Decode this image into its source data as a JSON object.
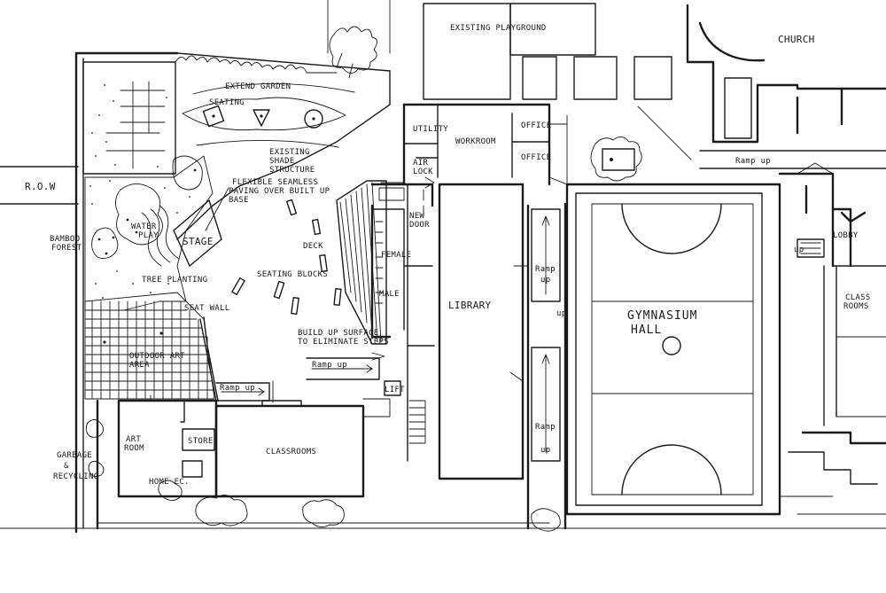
{
  "labels": {
    "existing_playground": "EXISTING PLAYGROUND",
    "church": "CHURCH",
    "extend_garden": "EXTEND GARDEN",
    "seating": "SEATING",
    "existing_shade_structure_1": "EXISTING",
    "existing_shade_structure_2": "SHADE",
    "existing_shade_structure_3": "STRUCTURE",
    "flexible_paving_1": "FLEXIBLE SEAMLESS",
    "flexible_paving_2": "PAVING OVER BUILT UP",
    "flexible_paving_3": "BASE",
    "row": "R.O.W",
    "bamboo_forest_1": "BAMBOO",
    "bamboo_forest_2": "FOREST",
    "water_play_1": "WATER",
    "water_play_2": "PLAY",
    "stage": "STAGE",
    "tree_planting": "TREE PLANTING",
    "seating_blocks": "SEATING BLOCKS",
    "deck": "DECK",
    "seat_wall": "SEAT WALL",
    "outdoor_art_area_1": "OUTDOOR ART",
    "outdoor_art_area_2": "AREA",
    "build_up_surface_1": "BUILD UP SURFACE",
    "build_up_surface_2": "TO ELIMINATE STEPS",
    "ramp_up_1": "Ramp up",
    "ramp_up_2": "Ramp up",
    "ramp_up_3": "Ramp up",
    "ramp_right": "Ramp",
    "ramp_right_lower": "Ramp",
    "up_1": "up",
    "up_2": "up",
    "up_3": "up",
    "up_4": "up",
    "utility": "UTILITY",
    "workroom": "WORKROOM",
    "office_1": "OFFICE",
    "office_2": "OFFICE",
    "air_lock_1": "AIR",
    "air_lock_2": "LOCK",
    "new_door_1": "NEW",
    "new_door_2": "DOOR",
    "female": "FEMALE",
    "male": "MALE",
    "library": "LIBRARY",
    "lift": "LIFT",
    "gymnasium_1": "GYMNASIUM",
    "gymnasium_2": "HALL",
    "lobby": "LOBBY",
    "classrooms_right_1": "CLASS",
    "classrooms_right_2": "ROOMS",
    "art_room_1": "ART",
    "art_room_2": "ROOM",
    "store": "STORE",
    "home_ec": "HOME EC.",
    "classrooms_lower": "CLASSROOMS",
    "garbage_1": "GARBAGE",
    "garbage_2": "&",
    "garbage_3": "RECYCLING"
  }
}
